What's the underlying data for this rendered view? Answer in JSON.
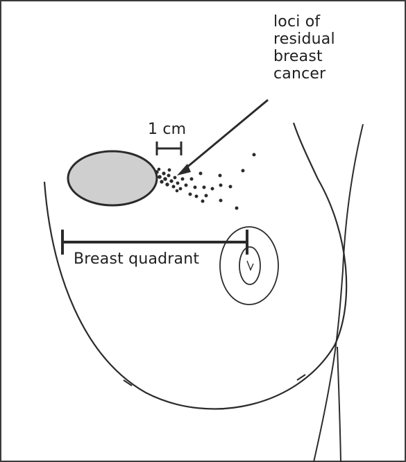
{
  "labels": {
    "loci": "loci of\nresidual\nbreast\ncancer",
    "scale": "1 cm",
    "quadrant": "Breast quadrant"
  },
  "colors": {
    "line": "#2b2b2b",
    "tumor_fill": "#cfcfcf",
    "background": "#ffffff"
  }
}
